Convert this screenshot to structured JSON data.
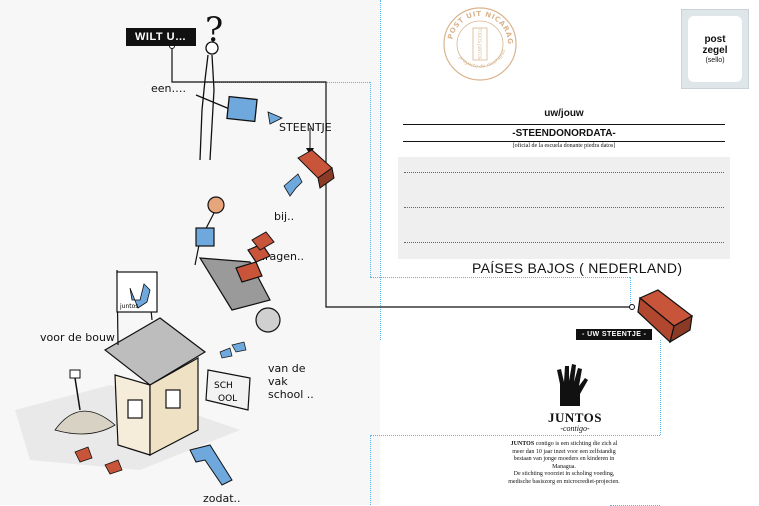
{
  "left_illustration": {
    "wilt_label": "WILT U…",
    "question_mark": "?",
    "een_label": "een….",
    "steentje_label": "STEENTJE",
    "bij_label": "bij..",
    "dragen_label": "dragen..",
    "flag_text": "juntos",
    "voor_label": "voor de bouw",
    "van_label_1": "van de",
    "van_label_2": "vak",
    "van_label_3": "school ..",
    "school_sign_1": "SCH",
    "school_sign_2": "OOL",
    "zodat_label": "zodat.."
  },
  "postmark": {
    "ring_text": "POST UIT NICARAGUA",
    "inner_text": "TODOS JUNTOS",
    "bottom_text": "proyecto de nicaragua"
  },
  "stamp": {
    "line1": "post",
    "line2": "zegel",
    "line3": "(sello)"
  },
  "address": {
    "heading": "uw/jouw",
    "title": "-STEENDONORDATA-",
    "subtitle": "[oficial de la escuela donante piedra datos]",
    "country": "PAÍSES BAJOS ( NEDERLAND)"
  },
  "badge": {
    "label": "- UW STEENTJE -"
  },
  "brand": {
    "name": "JUNTOS",
    "tagline": "-contigo-"
  },
  "description": {
    "brand_word": "JUNTOS",
    "text": " contigo is een stichting die zich al meer dan 10 jaar inzet voor een zelfstandig bestaan van jonge moeders en kinderen in Managua.",
    "text2": "De stichting voorziet in scholing voeding, medische basiszorg en microcrediet-projecten."
  },
  "colors": {
    "dotted_line": "#59b6e6",
    "brick": "#c8553a",
    "arrow": "#6fa8dc",
    "postmark": "#d9b48f"
  }
}
